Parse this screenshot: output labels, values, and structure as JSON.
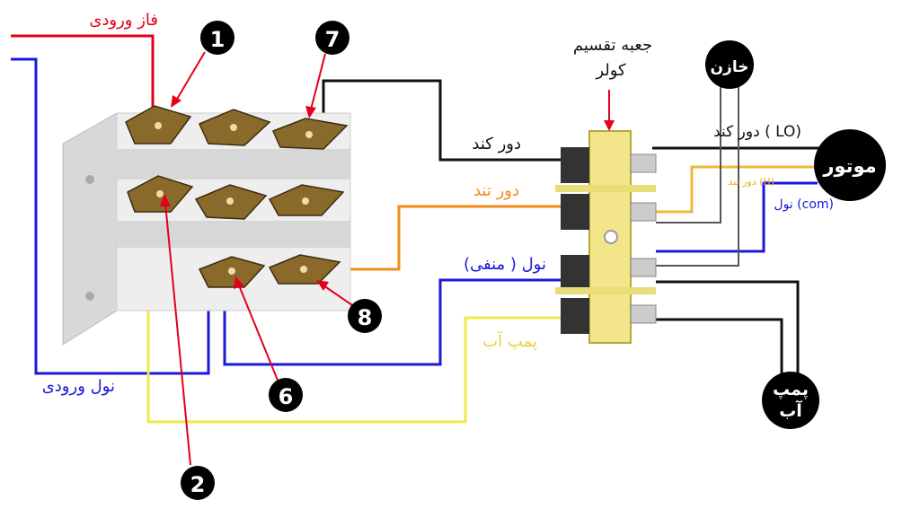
{
  "labels": {
    "phase_in": "فاز ورودی",
    "neutral_in": "نول ورودی",
    "slow_speed": "دور کند",
    "fast_speed": "دور تند",
    "neutral_negative": "نول ( منفی)",
    "water_pump_wire": "پمپ آب",
    "junction_box_line1": "جعبه تقسیم",
    "junction_box_line2": "کولر",
    "capacitor": "خازن",
    "motor": "موتور",
    "pump_line1": "پمپ",
    "pump_line2": "آب",
    "motor_slow": "دور کند ( LO)",
    "motor_fast": "دور تند (H)",
    "motor_common": "نول (com)"
  },
  "markers": [
    "1",
    "2",
    "6",
    "7",
    "8"
  ],
  "colors": {
    "phase": "#e4001b",
    "neutral": "#1a1ad8",
    "slow": "#111111",
    "fast": "#f08c1a",
    "pump": "#f2e84a",
    "marker_fill": "#000000",
    "box_body": "#f3e58a",
    "switch_body": "#eeeeee"
  }
}
